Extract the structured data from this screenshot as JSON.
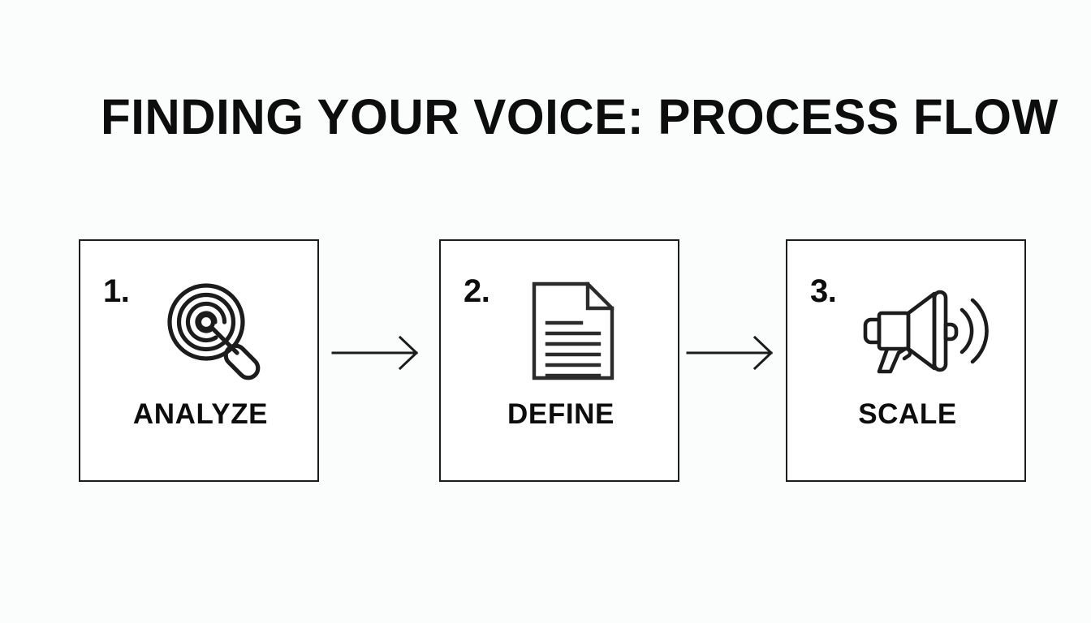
{
  "slide": {
    "title": "FINDING YOUR VOICE: PROCESS FLOW",
    "background_color": "#fbfcfc",
    "ink_color": "#0d0d0d",
    "box_border_color": "#1c1c1c"
  },
  "steps": [
    {
      "number": "1.",
      "label": "ANALYZE",
      "icon": "magnifier-target-icon"
    },
    {
      "number": "2.",
      "label": "DEFINE",
      "icon": "document-lines-icon"
    },
    {
      "number": "3.",
      "label": "SCALE",
      "icon": "megaphone-icon"
    }
  ],
  "connectors": [
    {
      "name": "arrow-right-icon",
      "from": "ANALYZE",
      "to": "DEFINE"
    },
    {
      "name": "arrow-right-icon",
      "from": "DEFINE",
      "to": "SCALE"
    }
  ]
}
